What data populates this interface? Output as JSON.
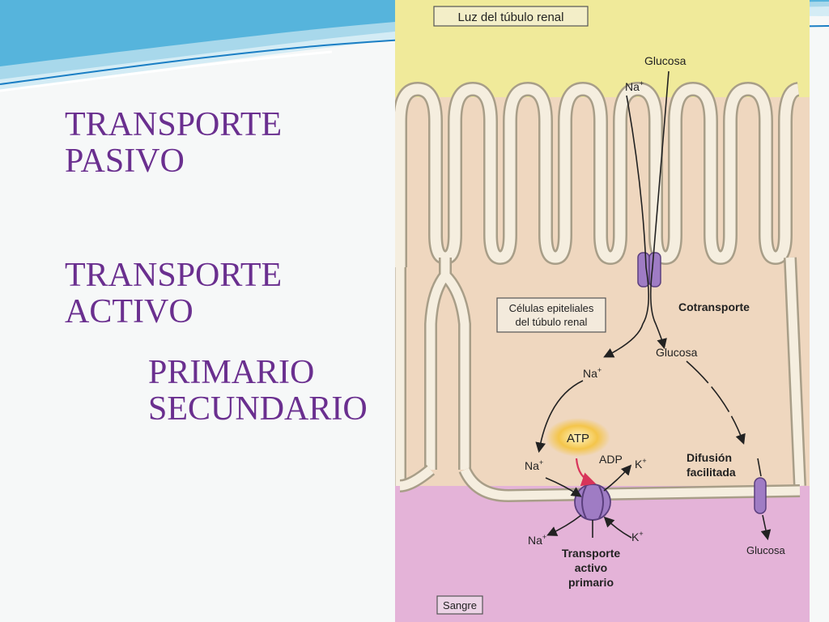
{
  "slide": {
    "text": {
      "passive_line1": "TRANSPORTE",
      "passive_line2": "PASIVO",
      "active_line1": "TRANSPORTE",
      "active_line2": "ACTIVO",
      "primary": "PRIMARIO",
      "secondary": "SECUNDARIO"
    },
    "colors": {
      "text": "#6a2f8f",
      "accent_line": "#1a7ec4"
    }
  },
  "figure": {
    "labels": {
      "lumen": "Luz del túbulo renal",
      "glucose_top": "Glucosa",
      "na_top": "Na",
      "cells_line1": "Células epiteliales",
      "cells_line2": "del túbulo renal",
      "cotransport": "Cotransporte",
      "glucose_mid": "Glucosa",
      "na_mid": "Na",
      "atp": "ATP",
      "adp": "ADP",
      "na_pump_in": "Na",
      "k_pump_in": "K",
      "diffusion_line1": "Difusión",
      "diffusion_line2": "facilitada",
      "na_pump_out": "Na",
      "k_pump_out": "K",
      "glucose_bottom": "Glucosa",
      "primary_line1": "Transporte",
      "primary_line2": "activo",
      "primary_line3": "primario",
      "blood": "Sangre",
      "plus": "+"
    },
    "colors": {
      "lumen": "#f0ea9a",
      "cell": "#efd7bf",
      "membrane": "#f5eedf",
      "membrane_edge": "#a89e88",
      "blood": "#e4b3d8",
      "protein": "#9f7cc4",
      "atp_glow": "#f4c54a",
      "pump_arrow": "#d8345a"
    }
  }
}
